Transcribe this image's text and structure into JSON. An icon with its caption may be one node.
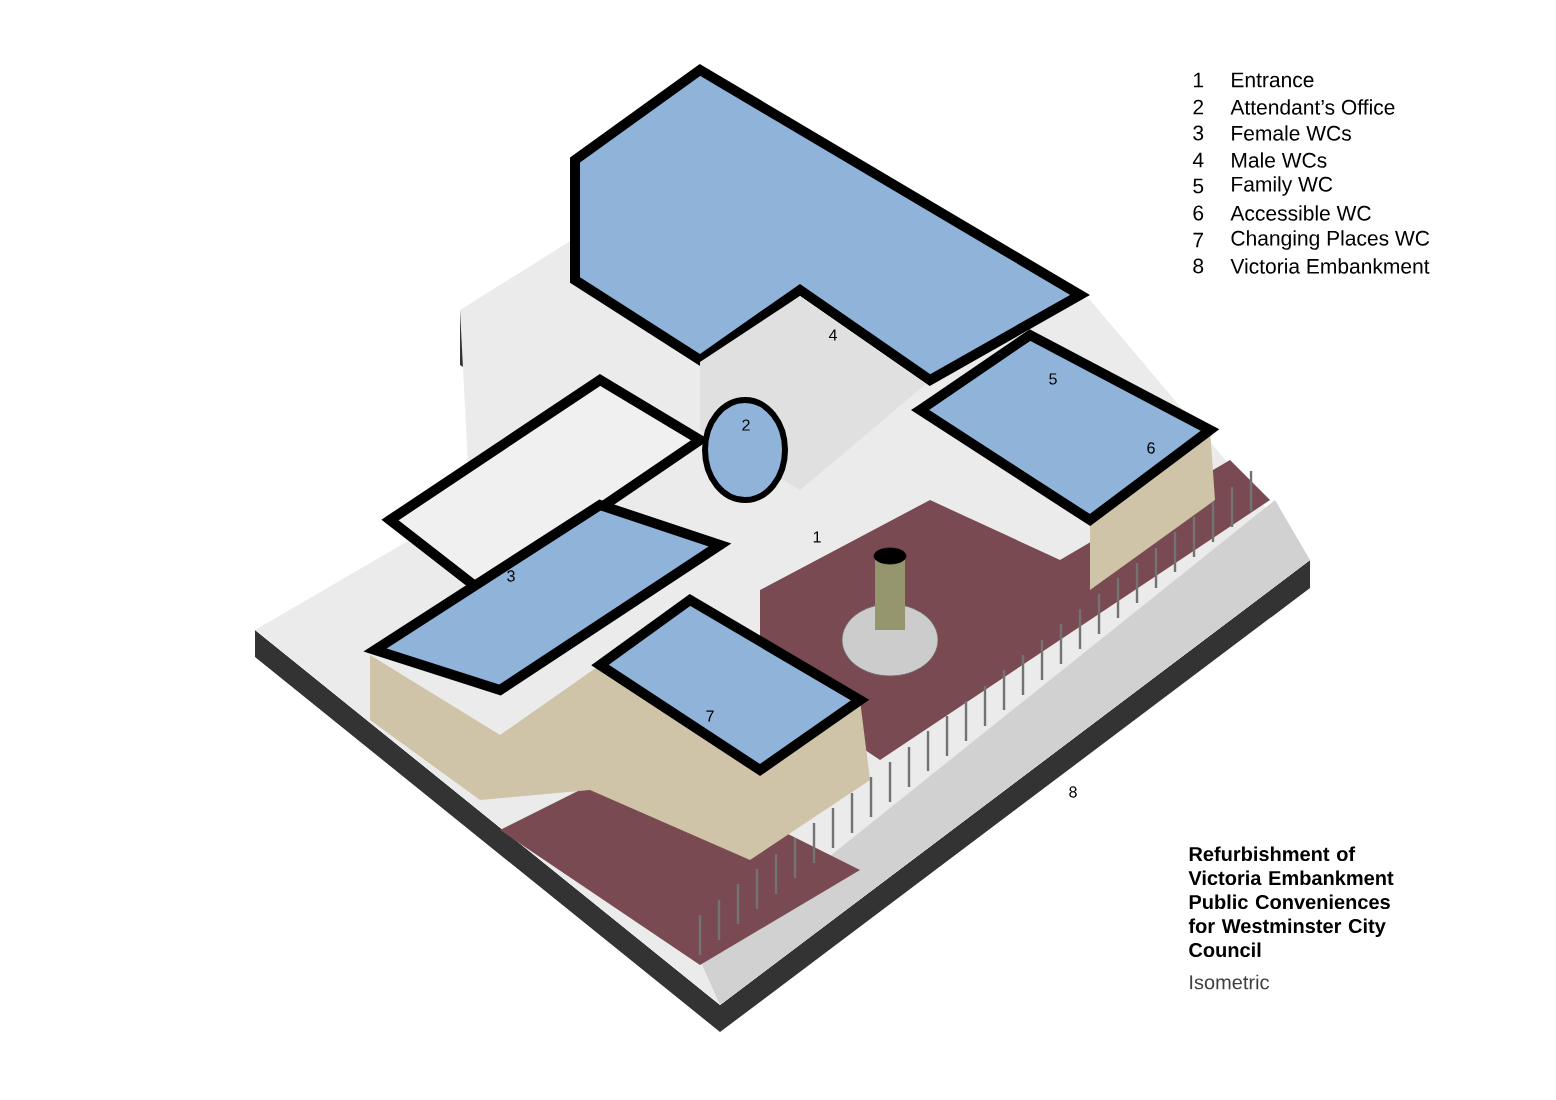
{
  "diagram": {
    "title": "Refurbishment of Victoria Embankment Public Conveniences for Westminster City Council",
    "caption": "Isometric",
    "labels": [
      "1",
      "Entrance",
      "2",
      "Attendant’s Office",
      "3",
      "Female WCs",
      "4",
      "Male WCs",
      "5",
      "Family WC",
      "6",
      "Accessible WC",
      "7",
      "Changing Places WC",
      "8",
      "Victoria Embankment",
      "4",
      "5",
      "2",
      "6",
      "1",
      "3",
      "7",
      "8"
    ]
  }
}
